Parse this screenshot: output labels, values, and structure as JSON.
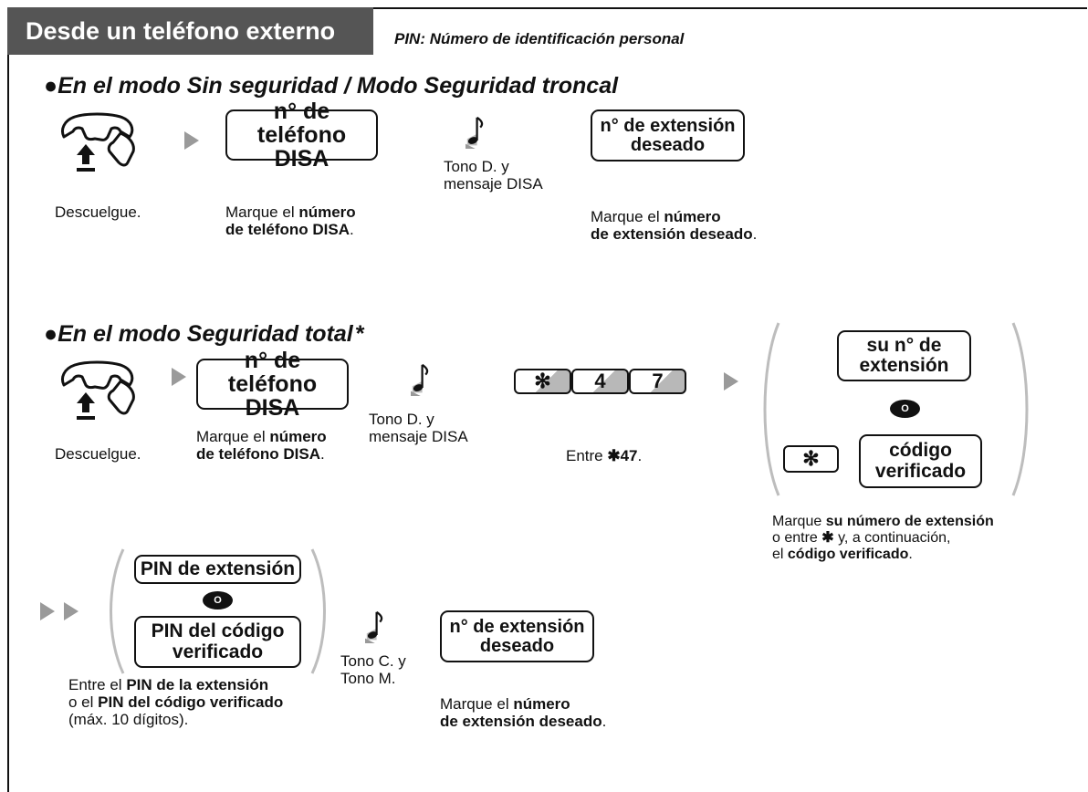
{
  "header": {
    "title": "Desde un teléfono externo",
    "note": "PIN: Número de identificación personal"
  },
  "mode1": {
    "title": "En el modo Sin seguridad / Modo Seguridad troncal",
    "step1_caption": "Descuelgue.",
    "disa_box": {
      "line1": "n° de teléfono",
      "line2": "DISA"
    },
    "disa_caption": {
      "pre": "Marque el ",
      "bold1": "número",
      "bold2": "de teléfono DISA",
      "post": "."
    },
    "tone": {
      "line1": "Tono D. y",
      "line2": "mensaje DISA"
    },
    "ext_box": {
      "line1": "n° de extensión",
      "line2": "deseado"
    },
    "ext_caption": {
      "pre": "Marque el ",
      "bold1": "número",
      "bold2": "de extensión deseado",
      "post": "."
    }
  },
  "mode2": {
    "title": "En el modo Seguridad total",
    "title_mark": "*",
    "step1_caption": "Descuelgue.",
    "disa_box": {
      "line1": "n° de teléfono",
      "line2": "DISA"
    },
    "disa_caption": {
      "pre": "Marque el ",
      "bold1": "número",
      "bold2": "de teléfono DISA",
      "post": "."
    },
    "tone": {
      "line1": "Tono D. y",
      "line2": "mensaje DISA"
    },
    "keys": [
      "✻",
      "4",
      "7"
    ],
    "keys_caption": {
      "pre": "Entre ",
      "bold": "✱47",
      "post": "."
    },
    "choice": {
      "own_ext_box": {
        "line1": "su n° de",
        "line2": "extensión"
      },
      "or_label": "O",
      "star_key": "✻",
      "verified_box": {
        "line1": "código",
        "line2": "verificado"
      },
      "caption": {
        "l1_pre": "Marque ",
        "l1_bold": "su número de extensión",
        "l2_pre": "o entre ",
        "l2_bold": "✱",
        "l2_post": " y, a continuación,",
        "l3_pre": "el ",
        "l3_bold": "código verificado",
        "l3_post": "."
      }
    },
    "pin": {
      "ext_pin_box": "PIN de extensión",
      "or_label": "O",
      "code_pin_box": {
        "line1": "PIN del código",
        "line2": "verificado"
      },
      "caption": {
        "l1_pre": "Entre el ",
        "l1_bold": "PIN de la extensión",
        "l2_pre": "o el ",
        "l2_bold": "PIN del código verificado",
        "l3": "(máx. 10 dígitos)."
      }
    },
    "tone2": {
      "line1": "Tono C. y",
      "line2": "Tono M."
    },
    "ext_box": {
      "line1": "n° de extensión",
      "line2": "deseado"
    },
    "ext_caption": {
      "pre": "Marque el ",
      "bold1": "número",
      "bold2": "de extensión deseado",
      "post": "."
    }
  },
  "icons": {
    "handset": "off-hook-handset-icon",
    "arrow": "gray-triangle-arrow-icon",
    "tone": "musical-note-tone-icon"
  },
  "colors": {
    "header_bg": "#555555",
    "arrow": "#9a9a9a",
    "key_shade": "#b8b8b8",
    "paren": "#bdbdbd"
  }
}
